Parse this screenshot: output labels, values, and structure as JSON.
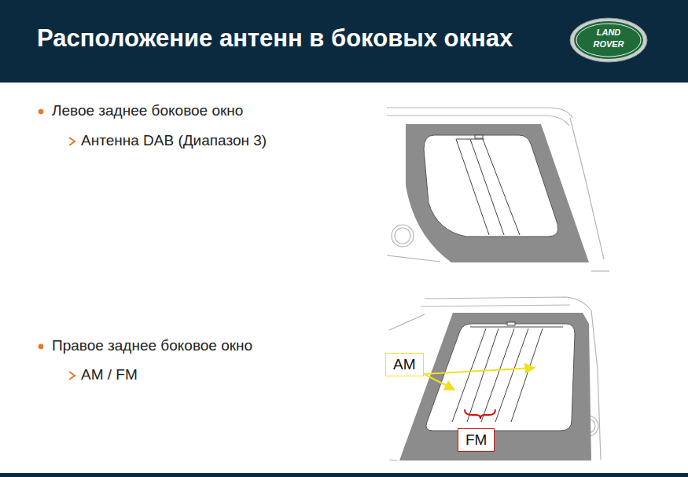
{
  "diagram": {
    "title": "Расположение антенн в боковых окнах",
    "nodes": [
      {
        "text": [
          "AM"
        ]
      },
      {
        "text": [
          "FM"
        ]
      }
    ],
    "labels": [
      "Левое заднее боковое окно",
      "Антенна DAB (Диапазон 3)",
      "Правое заднее боковое окно",
      "AM / FM",
      "LAND",
      "ROVER"
    ]
  }
}
